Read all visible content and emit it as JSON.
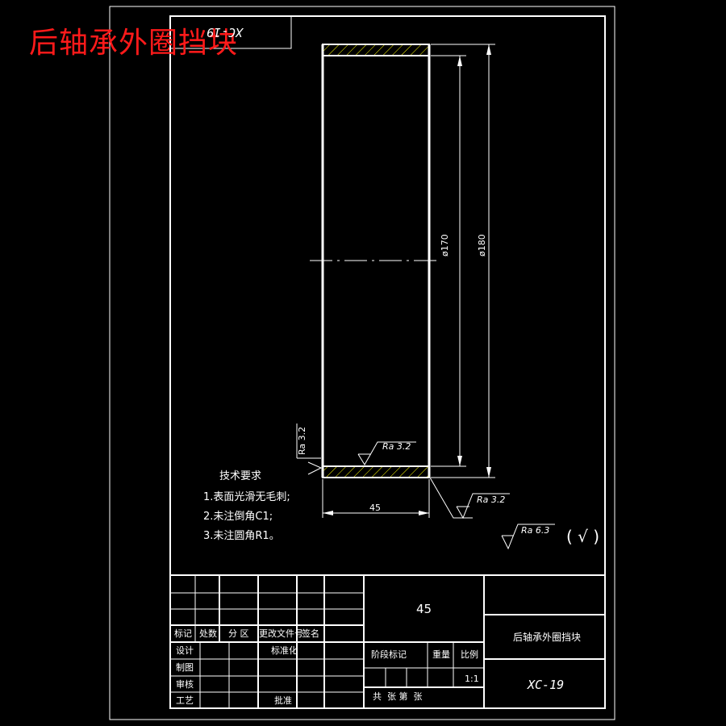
{
  "overlay_title": "后轴承外圈挡块",
  "drawing_code_rotated": "XC-19",
  "dimensions": {
    "inner_dia": "ø170",
    "outer_dia": "ø180",
    "width": "45"
  },
  "roughness": {
    "left_face": "Ra 3.2",
    "inner_bore": "Ra 3.2",
    "outer_face": "Ra 3.2",
    "general": "Ra 6.3",
    "general_suffix": "( √ )"
  },
  "tech_requirements": {
    "heading": "技术要求",
    "items": [
      "1.表面光滑无毛刺;",
      "2.未注倒角C1;",
      "3.未注圆角R1。"
    ]
  },
  "title_block": {
    "material": "45",
    "part_name": "后轴承外圈挡块",
    "drawing_number": "XC-19",
    "scale_value": "1:1",
    "headers": {
      "mark": "标记",
      "count": "处数",
      "zone": "分 区",
      "change_doc": "更改文件号",
      "signature": "签名",
      "design": "设计",
      "standardize": "标准化",
      "drafting": "制图",
      "review": "审核",
      "process": "工艺",
      "approve": "批准",
      "stage_mark": "阶段标记",
      "weight": "重量",
      "scale": "比例",
      "sheets": "共  张 第  张"
    }
  },
  "colors": {
    "background": "#000000",
    "line": "#ffffff",
    "hatch": "#ffff00",
    "overlay_text": "#ff1a1a"
  }
}
